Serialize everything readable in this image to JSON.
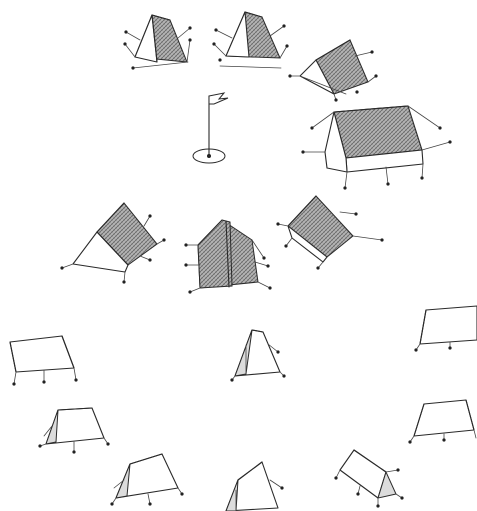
{
  "scene": {
    "background": "#ffffff",
    "ink": "#2a2a2a",
    "canvas_fill": "#a8a8a8",
    "flagpole_count": 1,
    "tent_count": 15,
    "tents": [
      {
        "id": "top-left-pup-tent",
        "style": "pup",
        "canvas": "patterned"
      },
      {
        "id": "top-center-pup-tent",
        "style": "pup",
        "canvas": "patterned"
      },
      {
        "id": "top-right-pup-tent",
        "style": "pup",
        "canvas": "patterned"
      },
      {
        "id": "large-wall-tent",
        "style": "wall",
        "canvas": "patterned"
      },
      {
        "id": "middle-left-a-tent",
        "style": "a-frame",
        "canvas": "patterned"
      },
      {
        "id": "middle-center-a-tent",
        "style": "a-frame",
        "canvas": "patterned"
      },
      {
        "id": "middle-right-a-tent",
        "style": "a-frame",
        "canvas": "patterned"
      },
      {
        "id": "ring-left-tent",
        "style": "pup",
        "canvas": "plain"
      },
      {
        "id": "ring-center-small-tent",
        "style": "pup",
        "canvas": "plain"
      },
      {
        "id": "ring-right-upper-tent",
        "style": "pup",
        "canvas": "plain"
      },
      {
        "id": "ring-lower-left-tent",
        "style": "pup",
        "canvas": "plain"
      },
      {
        "id": "ring-right-lower-tent",
        "style": "pup",
        "canvas": "plain"
      },
      {
        "id": "ring-bottom-left-tent",
        "style": "pup",
        "canvas": "plain"
      },
      {
        "id": "ring-bottom-center-tent",
        "style": "pup",
        "canvas": "plain"
      },
      {
        "id": "ring-bottom-right-tent",
        "style": "pup",
        "canvas": "plain"
      }
    ]
  }
}
